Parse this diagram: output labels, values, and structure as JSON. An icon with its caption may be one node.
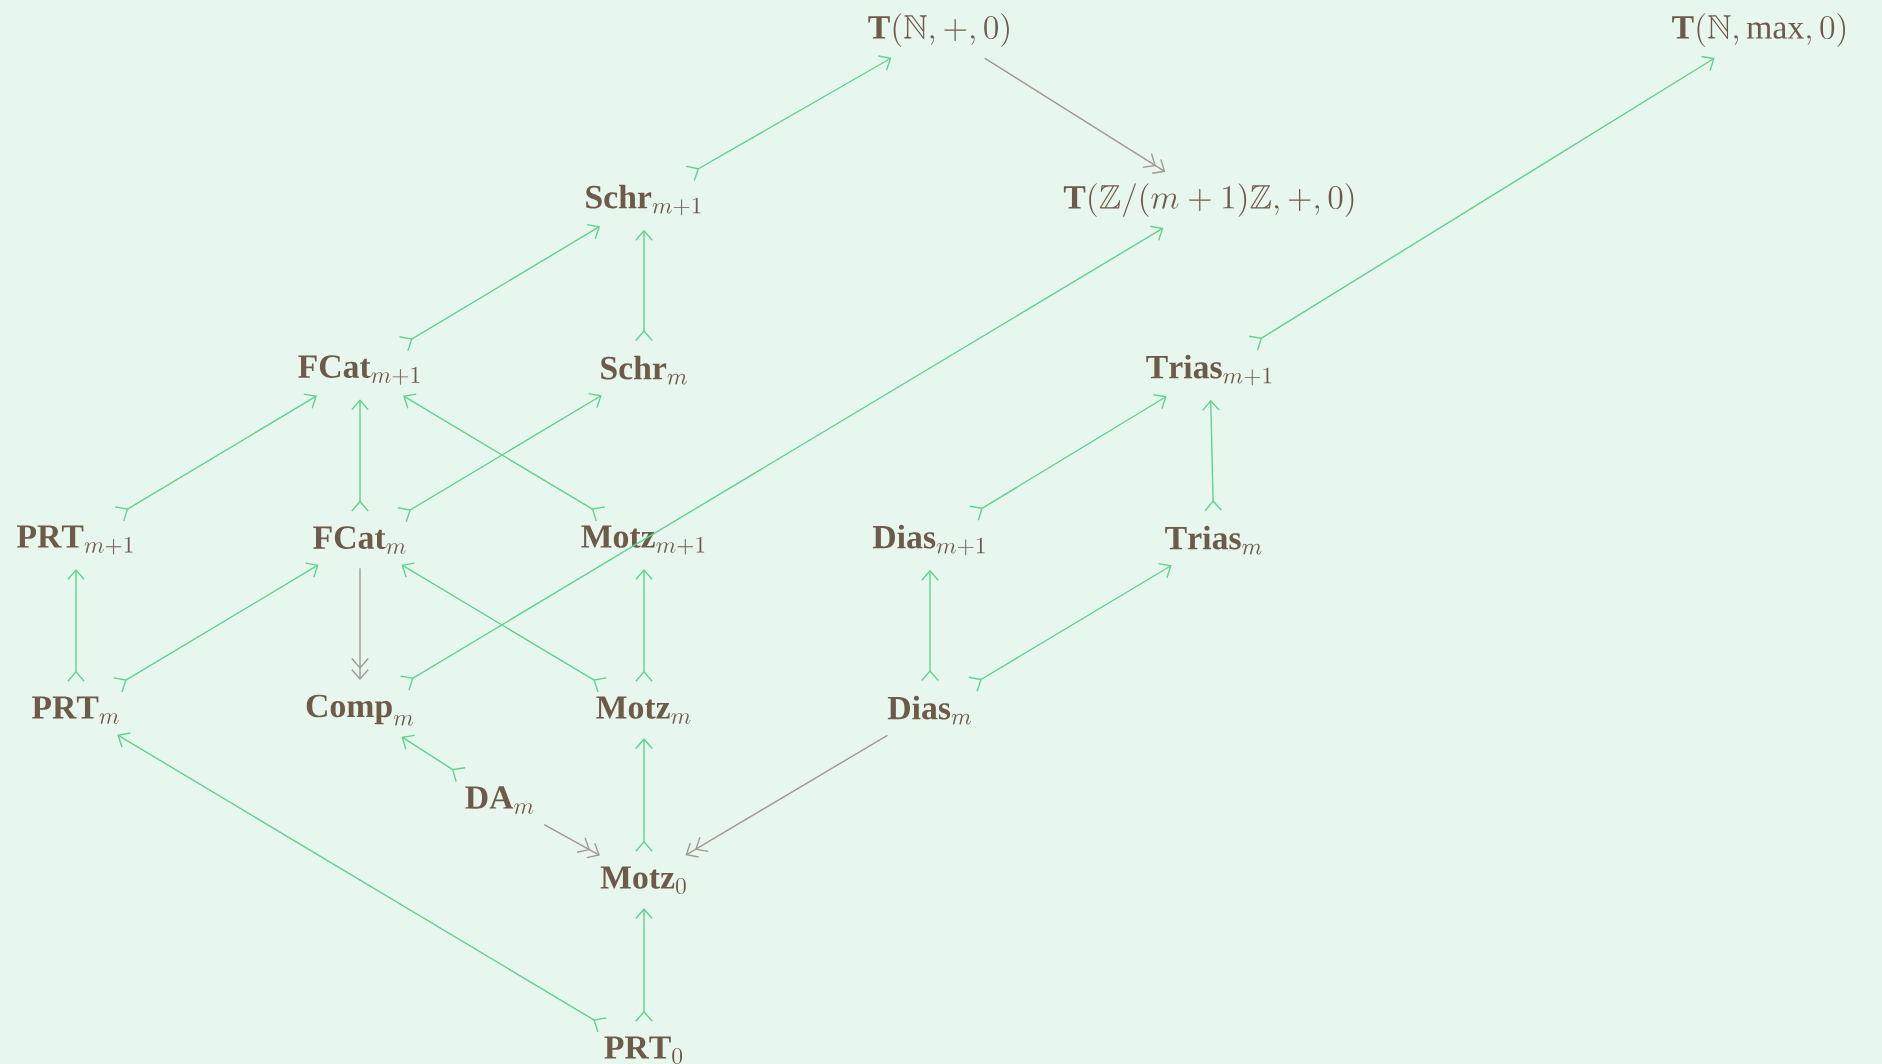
{
  "diagram": {
    "nodes": [
      {
        "text": [
          "\\mathbf{T}(\\mathbb{N}, +, 0)"
        ]
      },
      {
        "text": [
          "\\mathbf{T}(\\mathbb{N}, \\max, 0)"
        ]
      },
      {
        "text": [
          "\\mathbf{Schr}_{m+1}"
        ]
      },
      {
        "text": [
          "\\mathbf{T}(\\mathbb{Z}/(m+1)\\mathbb{Z}, +, 0)"
        ]
      },
      {
        "text": [
          "\\mathbf{FCat}_{m+1}"
        ]
      },
      {
        "text": [
          "\\mathbf{Schr}_{m}"
        ]
      },
      {
        "text": [
          "\\mathbf{Trias}_{m+1}"
        ]
      },
      {
        "text": [
          "\\mathbf{PRT}_{m+1}"
        ]
      },
      {
        "text": [
          "\\mathbf{FCat}_{m}"
        ]
      },
      {
        "text": [
          "\\mathbf{Motz}_{m+1}"
        ]
      },
      {
        "text": [
          "\\mathbf{Dias}_{m+1}"
        ]
      },
      {
        "text": [
          "\\mathbf{Trias}_{m}"
        ]
      },
      {
        "text": [
          "\\mathbf{PRT}_{m}"
        ]
      },
      {
        "text": [
          "\\mathbf{Comp}_{m}"
        ]
      },
      {
        "text": [
          "\\mathbf{Motz}_{m}"
        ]
      },
      {
        "text": [
          "\\mathbf{Dias}_{m}"
        ]
      },
      {
        "text": [
          "\\mathbf{DA}_{m}"
        ]
      },
      {
        "text": [
          "\\mathbf{Motz}_{0}"
        ]
      },
      {
        "text": [
          "\\mathbf{PRT}_{0}"
        ]
      }
    ],
    "edges": [
      {
        "from": 2,
        "to": 0,
        "arrow": "to"
      },
      {
        "from": 0,
        "to": 3,
        "arrow": "to",
        "color": "#a39a8f"
      },
      {
        "from": 6,
        "to": 1,
        "arrow": "to"
      },
      {
        "from": 4,
        "to": 2,
        "arrow": "to"
      },
      {
        "from": 5,
        "to": 2,
        "arrow": "to"
      },
      {
        "from": 13,
        "to": 3,
        "arrow": "to"
      },
      {
        "from": 7,
        "to": 4,
        "arrow": "to"
      },
      {
        "from": 8,
        "to": 4,
        "arrow": "to"
      },
      {
        "from": 9,
        "to": 4,
        "arrow": "to"
      },
      {
        "from": 8,
        "to": 5,
        "arrow": "to"
      },
      {
        "from": 10,
        "to": 6,
        "arrow": "to"
      },
      {
        "from": 11,
        "to": 6,
        "arrow": "to"
      },
      {
        "from": 12,
        "to": 7,
        "arrow": "to"
      },
      {
        "from": 12,
        "to": 8,
        "arrow": "to"
      },
      {
        "from": 8,
        "to": 13,
        "arrow": "to",
        "color": "#a39a8f"
      },
      {
        "from": 14,
        "to": 8,
        "arrow": "to"
      },
      {
        "from": 14,
        "to": 9,
        "arrow": "to"
      },
      {
        "from": 15,
        "to": 10,
        "arrow": "to"
      },
      {
        "from": 15,
        "to": 11,
        "arrow": "to"
      },
      {
        "from": 16,
        "to": 13,
        "arrow": "to"
      },
      {
        "from": 16,
        "to": 17,
        "arrow": "to",
        "color": "#a39a8f"
      },
      {
        "from": 15,
        "to": 17,
        "arrow": "to",
        "color": "#a39a8f"
      },
      {
        "from": 17,
        "to": 14,
        "arrow": "to"
      },
      {
        "from": 18,
        "to": 17,
        "arrow": "to"
      },
      {
        "from": 18,
        "to": 12,
        "arrow": "to"
      }
    ]
  }
}
